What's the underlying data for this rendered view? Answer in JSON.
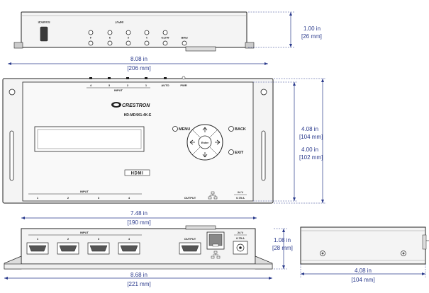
{
  "dimensions": {
    "top_height": {
      "in": "1.00 in",
      "mm": "[26 mm]"
    },
    "top_width": {
      "in": "8.08 in",
      "mm": "[206 mm]"
    },
    "front_depth_outer": {
      "in": "4.08 in",
      "mm": "[104 mm]"
    },
    "front_depth_inner": {
      "in": "4.00 in",
      "mm": "[102 mm]"
    },
    "rear_width_inner": {
      "in": "7.48 in",
      "mm": "[190 mm]"
    },
    "rear_width_outer": {
      "in": "8.68 in",
      "mm": "[221 mm]"
    },
    "rear_height": {
      "in": "1.08 in",
      "mm": "[28 mm]"
    },
    "side_depth": {
      "in": "4.08 in",
      "mm": "[104 mm]"
    }
  },
  "top_view": {
    "source_label": "SOURCE",
    "input_label": "INPUT",
    "led_numbers": [
      "4",
      "3",
      "2",
      "1"
    ],
    "auto_label": "AUTO",
    "pwr_label": "PWR"
  },
  "front_panel": {
    "led_numbers": [
      "4",
      "3",
      "2",
      "1"
    ],
    "auto_label": "AUTO",
    "pwr_label": "PWR",
    "input_label": "INPUT",
    "brand": "CRESTRON",
    "model": "HD-MD4X1-4K-E",
    "menu_label": "MENU",
    "back_label": "BACK",
    "exit_label": "EXIT",
    "enter_label": "Enter",
    "hdmi_logo": "HDMI",
    "bottom_input_label": "INPUT",
    "bottom_input_numbers": [
      "1",
      "2",
      "3",
      "4"
    ],
    "output_label": "OUTPUT",
    "power_rating": "24 V",
    "current_rating": "0.75 A"
  },
  "rear_panel": {
    "input_label": "INPUT",
    "port_numbers": [
      "1",
      "2",
      "3",
      "4"
    ],
    "output_label": "OUTPUT",
    "power_rating": "24 V",
    "current_rating": "0.75 A"
  }
}
